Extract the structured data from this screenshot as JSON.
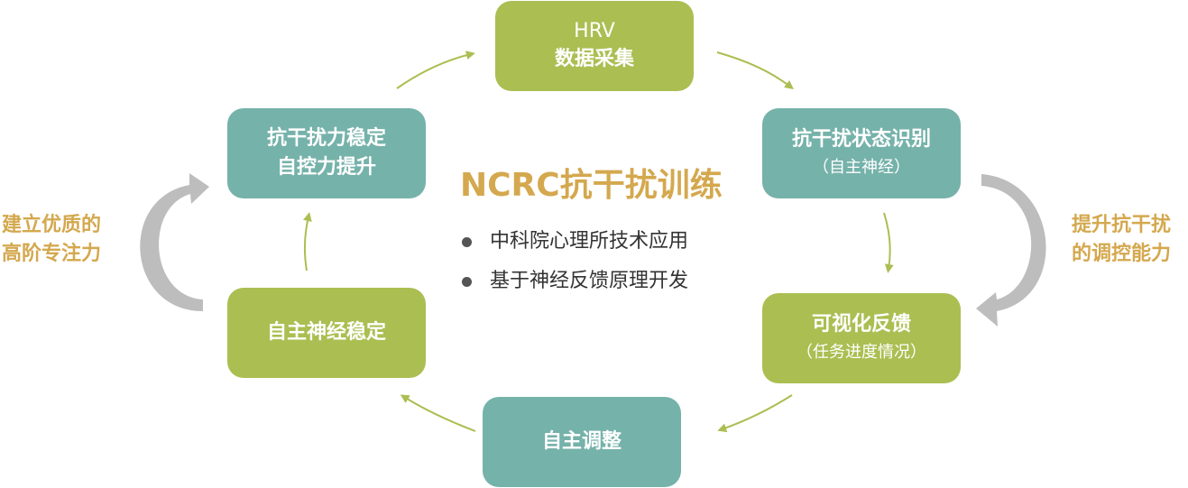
{
  "nodes": {
    "hrv": {
      "line1": "HRV",
      "line2": "数据采集"
    },
    "recognize": {
      "line1": "抗干扰状态识别",
      "line2": "（自主神经）"
    },
    "feedback": {
      "line1": "可视化反馈",
      "line2": "（任务进度情况）"
    },
    "adjust": {
      "line1": "自主调整"
    },
    "nerve_stable": {
      "line1": "自主神经稳定"
    },
    "focus_stable": {
      "line1": "抗干扰力稳定",
      "line2": "自控力提升"
    }
  },
  "center": {
    "title": "NCRC抗干扰训练",
    "bullets": [
      "中科院心理所技术应用",
      "基于神经反馈原理开发"
    ]
  },
  "side_labels": {
    "left": {
      "line1": "建立优质的",
      "line2": "高阶专注力"
    },
    "right": {
      "line1": "提升抗干扰",
      "line2": "的调控能力"
    }
  },
  "colors": {
    "green_node": "#abbe52",
    "teal_node": "#75b2aa",
    "accent_text": "#d4a84e",
    "arrow_green": "#abbe52",
    "arrow_gray": "#bdbdbd"
  }
}
